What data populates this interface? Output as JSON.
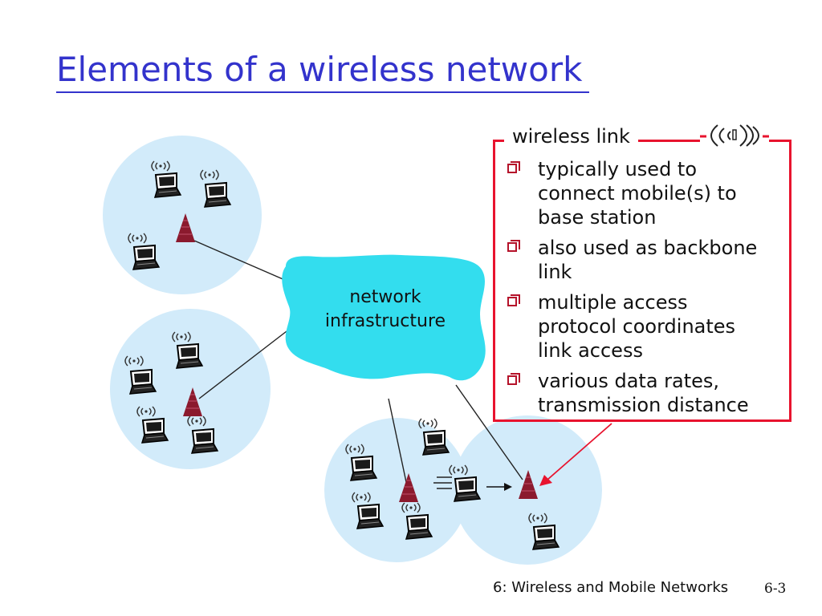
{
  "slide": {
    "title": "Elements of a wireless network",
    "footer_text": "6: Wireless and Mobile Networks",
    "page_number": "6-3"
  },
  "cloud": {
    "label_line1": "network",
    "label_line2": "infrastructure"
  },
  "callout": {
    "heading": "wireless link",
    "bullets": [
      {
        "line1": "typically used to",
        "line2": "connect mobile(s) to",
        "line3": "base station"
      },
      {
        "line1": "also used as backbone",
        "line2": "link"
      },
      {
        "line1": "multiple access",
        "line2": "protocol coordinates",
        "line3": "link access"
      },
      {
        "line1": "various data rates,",
        "line2": "transmission distance"
      }
    ]
  },
  "colors": {
    "title": "#3333cc",
    "cloud": "#33ddee",
    "cell": "#d2ebfa",
    "tower": "#8b1a2e",
    "callout_border": "#e8132e"
  },
  "icons": [
    "laptop-icon",
    "base-station-tower-icon",
    "wireless-signal-icon",
    "bullet-box-icon"
  ]
}
